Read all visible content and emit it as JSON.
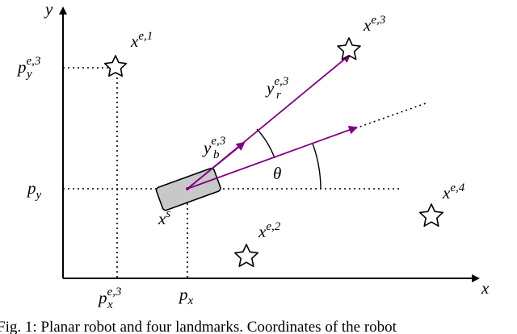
{
  "axes": {
    "x_label": "x",
    "y_label": "y"
  },
  "labels": {
    "py": {
      "base": "p",
      "sub": "y"
    },
    "px": {
      "base": "p",
      "sub": "x"
    },
    "py_e3": {
      "base": "p",
      "sup": "e,3",
      "sub": "y"
    },
    "px_e3": {
      "base": "p",
      "sup": "e,3",
      "sub": "x"
    },
    "xs": {
      "base": "x",
      "sup": "s"
    },
    "theta": "θ",
    "yb_e3": {
      "base": "y",
      "sup": "e,3",
      "sub": "b"
    },
    "yr_e3": {
      "base": "y",
      "sup": "e,3",
      "sub": "r"
    }
  },
  "landmarks": [
    {
      "base": "x",
      "sup": "e,1"
    },
    {
      "base": "x",
      "sup": "e,2"
    },
    {
      "base": "x",
      "sup": "e,3"
    },
    {
      "base": "x",
      "sup": "e,4"
    }
  ],
  "colors": {
    "vector": "#800080",
    "robot_fill": "#c8c8c8",
    "landmark_stroke": "#000000"
  },
  "caption": "Fig. 1: Planar robot and four landmarks. Coordinates of the robot"
}
